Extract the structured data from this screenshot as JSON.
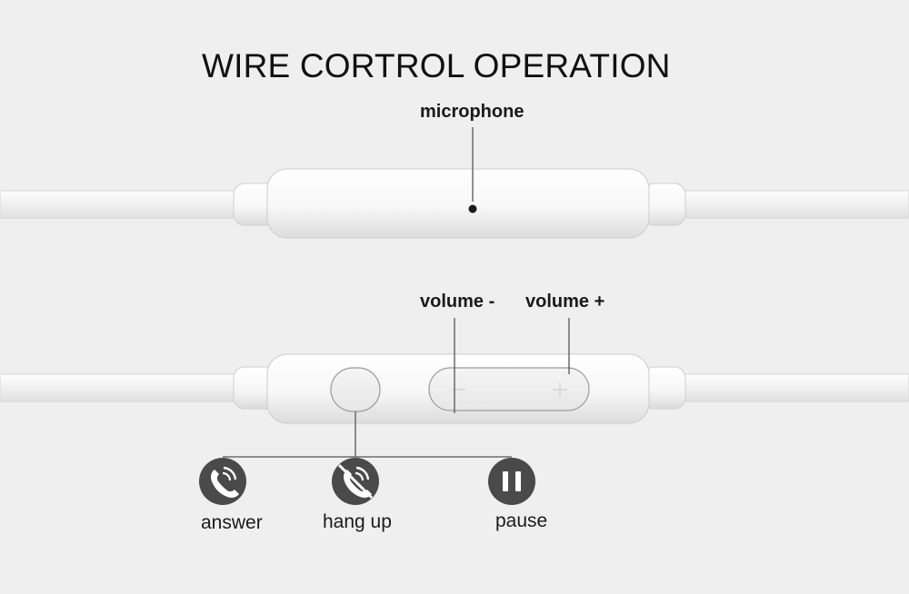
{
  "title": "WIRE CORTROL OPERATION",
  "labels": {
    "microphone": "microphone",
    "volume_down": "volume -",
    "volume_up": "volume +",
    "answer": "answer",
    "hang_up": "hang up",
    "pause": "pause"
  },
  "icons": {
    "answer": "phone-answer-icon",
    "hang_up": "phone-hangup-icon",
    "pause": "pause-icon"
  },
  "colors": {
    "background": "#efefef",
    "device": "#f9f9f9",
    "icon_fill": "#4a4a4a",
    "line": "#555555"
  }
}
